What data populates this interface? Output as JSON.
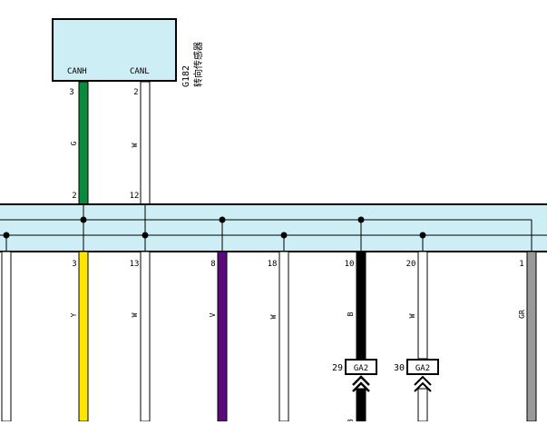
{
  "sensor": {
    "code": "G182",
    "name": "转向传感器",
    "pin_canh": "CANH",
    "pin_canl": "CANL"
  },
  "upper_wires": [
    {
      "id": "canh",
      "top_pin": "3",
      "bottom_pin": "2",
      "color_code": "G",
      "color": "#0a8a3a"
    },
    {
      "id": "canl",
      "top_pin": "2",
      "bottom_pin": "12",
      "color_code": "W",
      "color": "#ffffff"
    }
  ],
  "lower_wires": [
    {
      "id": "w-y",
      "pin": "3",
      "color_code": "Y",
      "color": "#ffe600"
    },
    {
      "id": "w-w13",
      "pin": "13",
      "color_code": "W",
      "color": "#ffffff"
    },
    {
      "id": "w-v",
      "pin": "8",
      "color_code": "V",
      "color": "#5a0a7a"
    },
    {
      "id": "w-w18",
      "pin": "18",
      "color_code": "W",
      "color": "#ffffff"
    },
    {
      "id": "w-b",
      "pin": "10",
      "color_code": "B",
      "color": "#000000"
    },
    {
      "id": "w-w20",
      "pin": "20",
      "color_code": "W",
      "color": "#ffffff"
    },
    {
      "id": "w-gr",
      "pin": "1",
      "color_code": "GR",
      "color": "#999999"
    }
  ],
  "connectors": [
    {
      "id": "ga2-29",
      "num": "29",
      "label": "GA2"
    },
    {
      "id": "ga2-30",
      "num": "30",
      "label": "GA2"
    }
  ],
  "bottom_cut_label": "B",
  "colors": {
    "bus_fill": "#cdeef4",
    "sensor_fill": "#cdeef4"
  }
}
